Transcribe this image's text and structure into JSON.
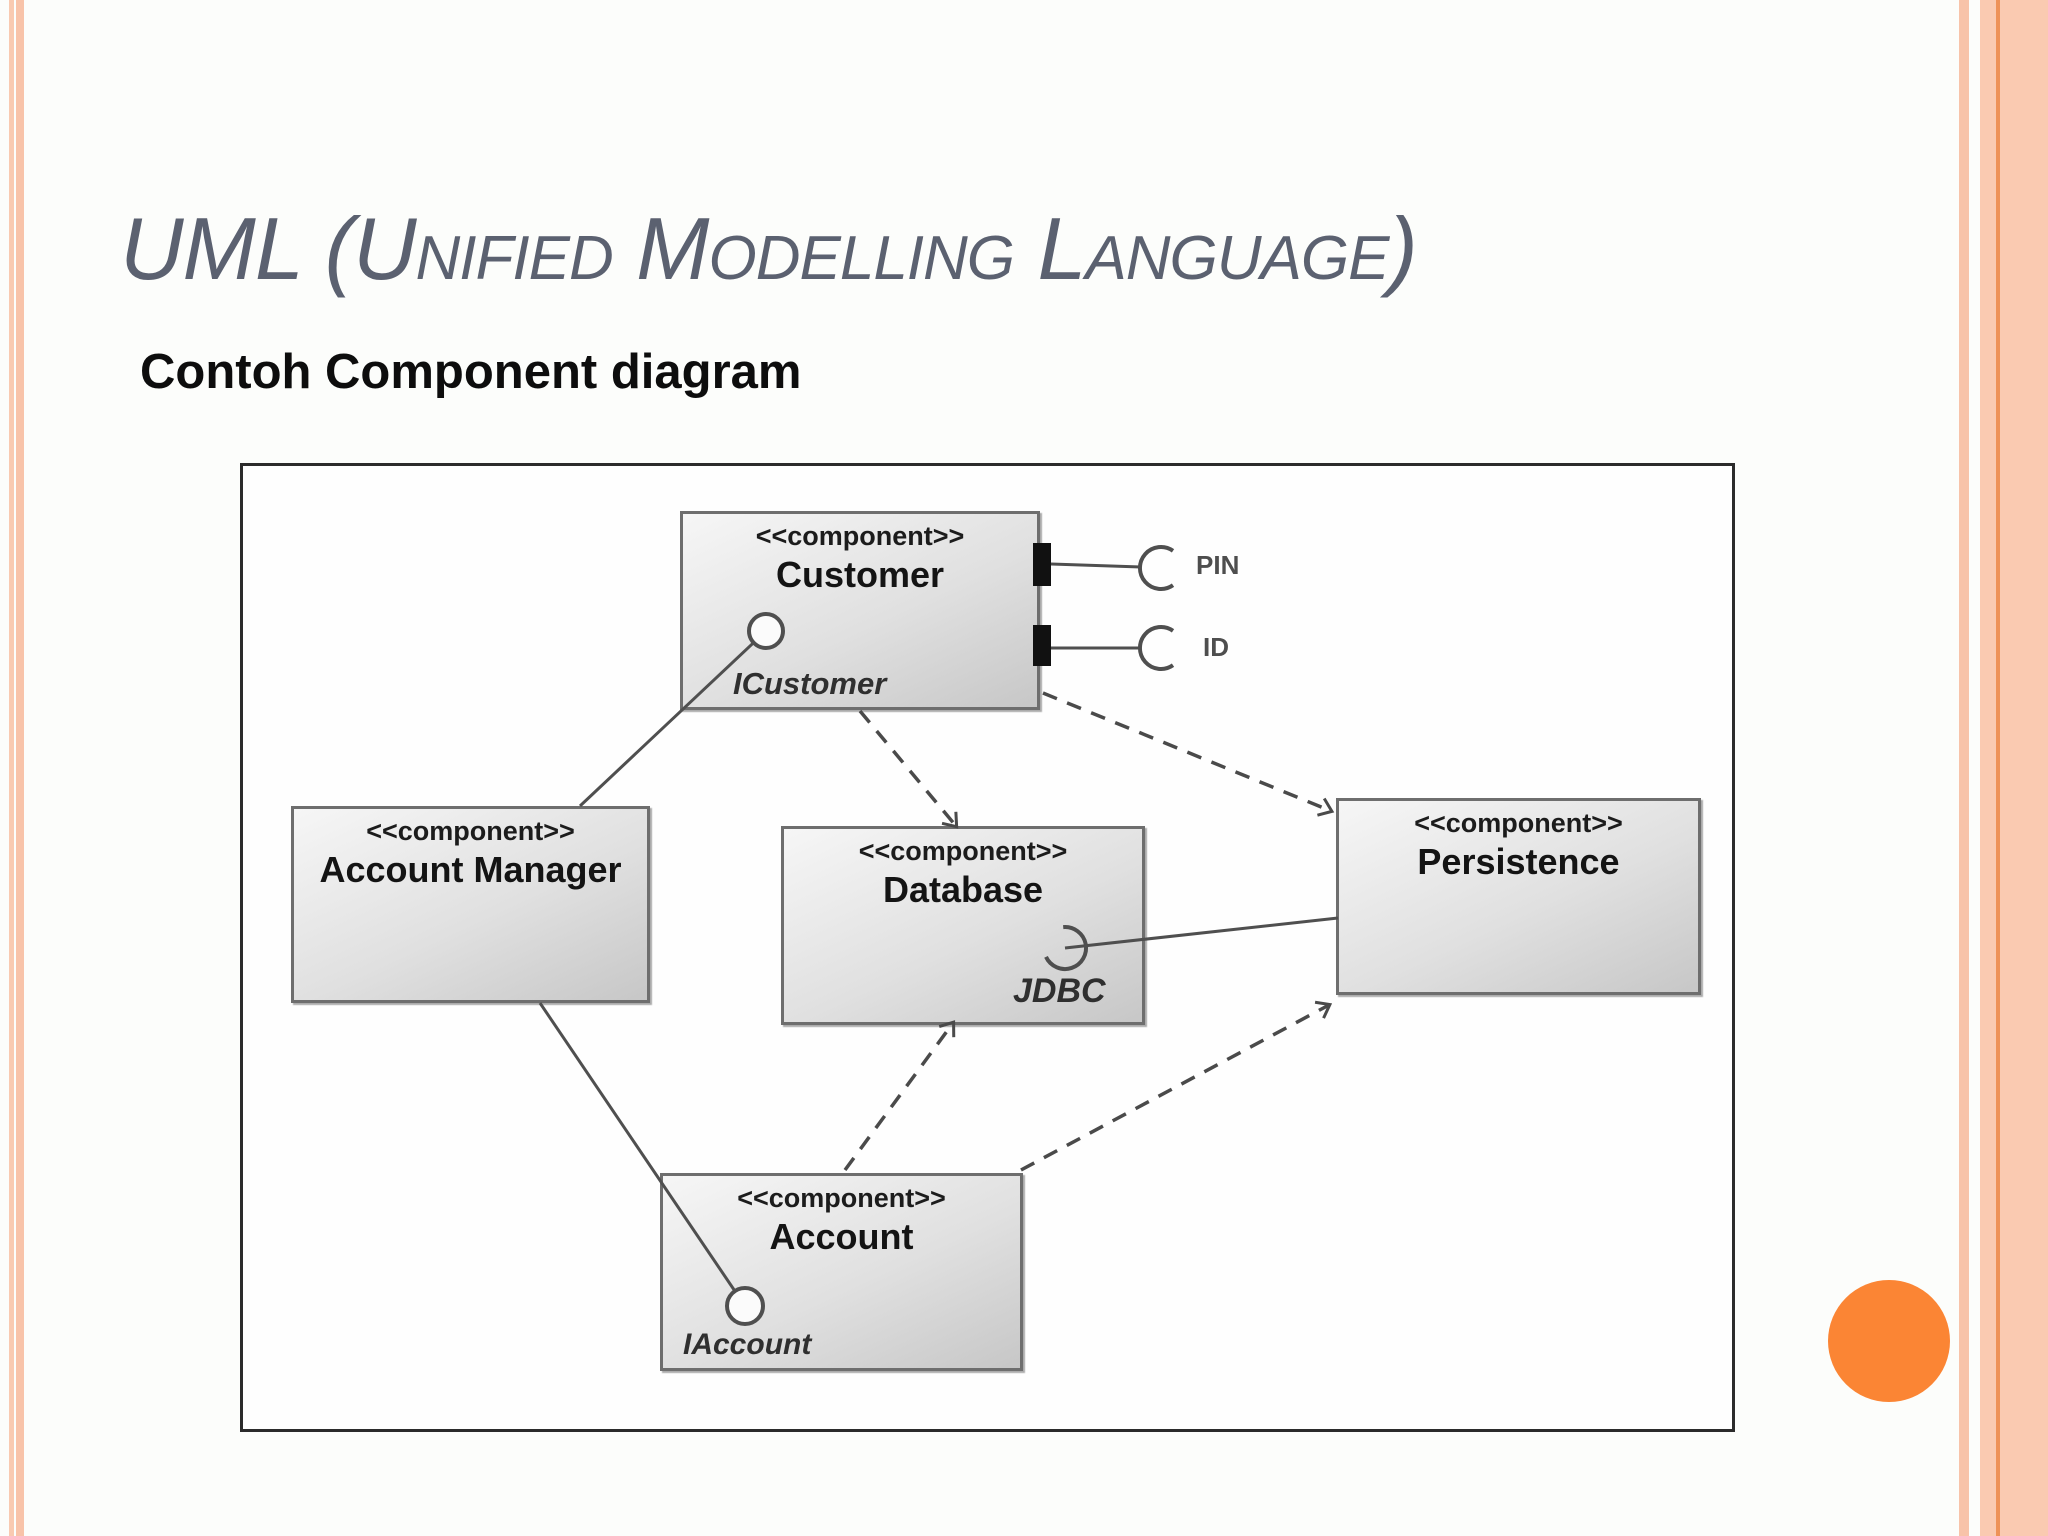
{
  "slide": {
    "title": {
      "prefix": "UML ",
      "emphasis": "(Unified Modelling Language)"
    },
    "subtitle": "Contoh Component diagram"
  },
  "diagram": {
    "stereotype": "<<component>>",
    "components": [
      {
        "name": "Customer"
      },
      {
        "name": "Account Manager"
      },
      {
        "name": "Database"
      },
      {
        "name": "Persistence"
      },
      {
        "name": "Account"
      }
    ],
    "provided_interfaces": [
      {
        "label": "ICustomer"
      },
      {
        "label": "IAccount"
      }
    ],
    "required_interfaces": [
      {
        "label": "PIN"
      },
      {
        "label": "ID"
      },
      {
        "label": "JDBC"
      }
    ]
  },
  "colors": {
    "accent_orange": "#fb8534",
    "stripe_peach": "#f8c3a9",
    "stripe_accent_line": "#ee9258",
    "title_gray": "#5b6170",
    "box_border_gray": "#6e6e6e",
    "connector_gray": "#4f4f4f"
  }
}
